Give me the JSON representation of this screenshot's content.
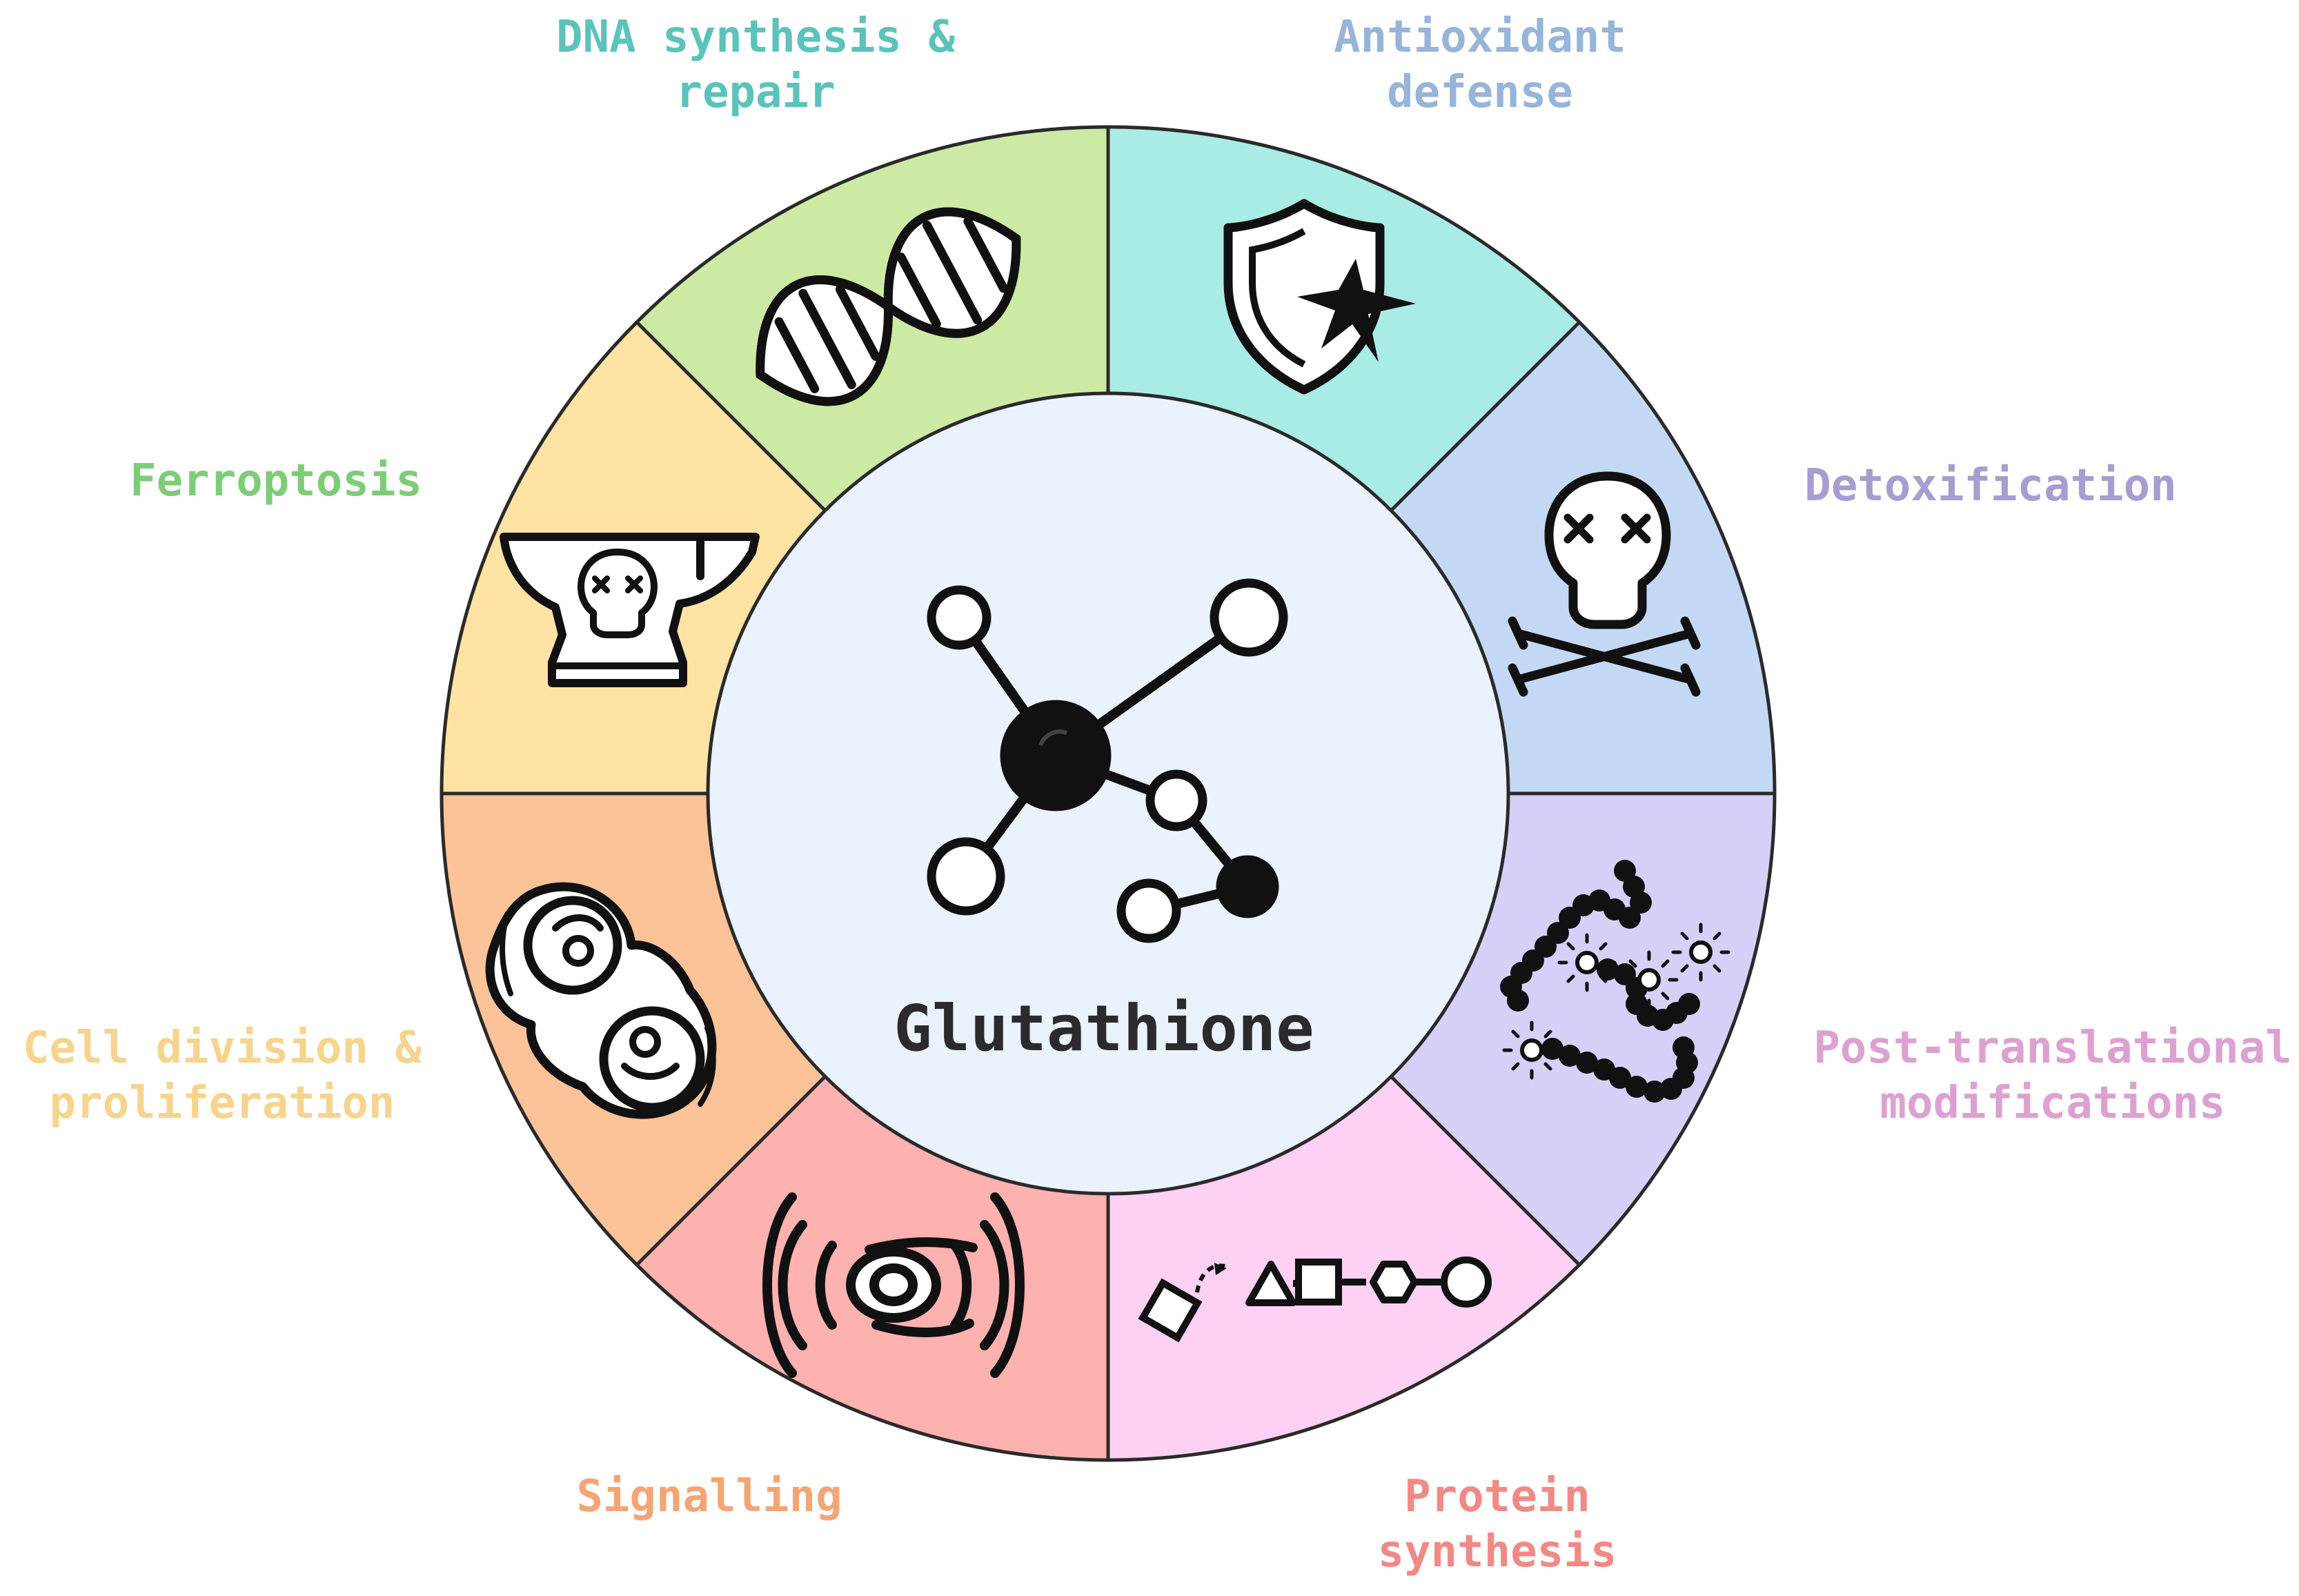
{
  "center": {
    "label": "Glutathione",
    "icon": "molecule-icon"
  },
  "segments": [
    {
      "id": "dna",
      "lines": [
        "DNA synthesis &",
        "repair"
      ],
      "icon": "dna-icon",
      "fill": "#a9ece6",
      "text_color": "#5cc3bb"
    },
    {
      "id": "antioxidant",
      "lines": [
        "Antioxidant",
        "defense"
      ],
      "icon": "shield-icon",
      "fill": "#c3d8f4",
      "text_color": "#97b4d9"
    },
    {
      "id": "detox",
      "lines": [
        "Detoxification"
      ],
      "icon": "skull-crossbones-icon",
      "fill": "#d5d0f7",
      "text_color": "#a79dd0"
    },
    {
      "id": "ptm",
      "lines": [
        "Post-translational",
        "modifications"
      ],
      "icon": "modified-protein-chain-icon",
      "fill": "#fdd0f4",
      "text_color": "#dca1d1"
    },
    {
      "id": "protein",
      "lines": [
        "Protein",
        "synthesis"
      ],
      "icon": "polypeptide-chain-icon",
      "fill": "#fdb2b0",
      "text_color": "#f08a86"
    },
    {
      "id": "signalling",
      "lines": [
        "Signalling"
      ],
      "icon": "signal-icon",
      "fill": "#fdc398",
      "text_color": "#f4a574"
    },
    {
      "id": "cell",
      "lines": [
        "Cell division &",
        "proliferation"
      ],
      "icon": "dividing-cell-icon",
      "fill": "#fee3a5",
      "text_color": "#f6d48e"
    },
    {
      "id": "ferroptosis",
      "lines": [
        "Ferroptosis"
      ],
      "icon": "anvil-skull-icon",
      "fill": "#cceaa3",
      "text_color": "#7fcc78"
    }
  ]
}
